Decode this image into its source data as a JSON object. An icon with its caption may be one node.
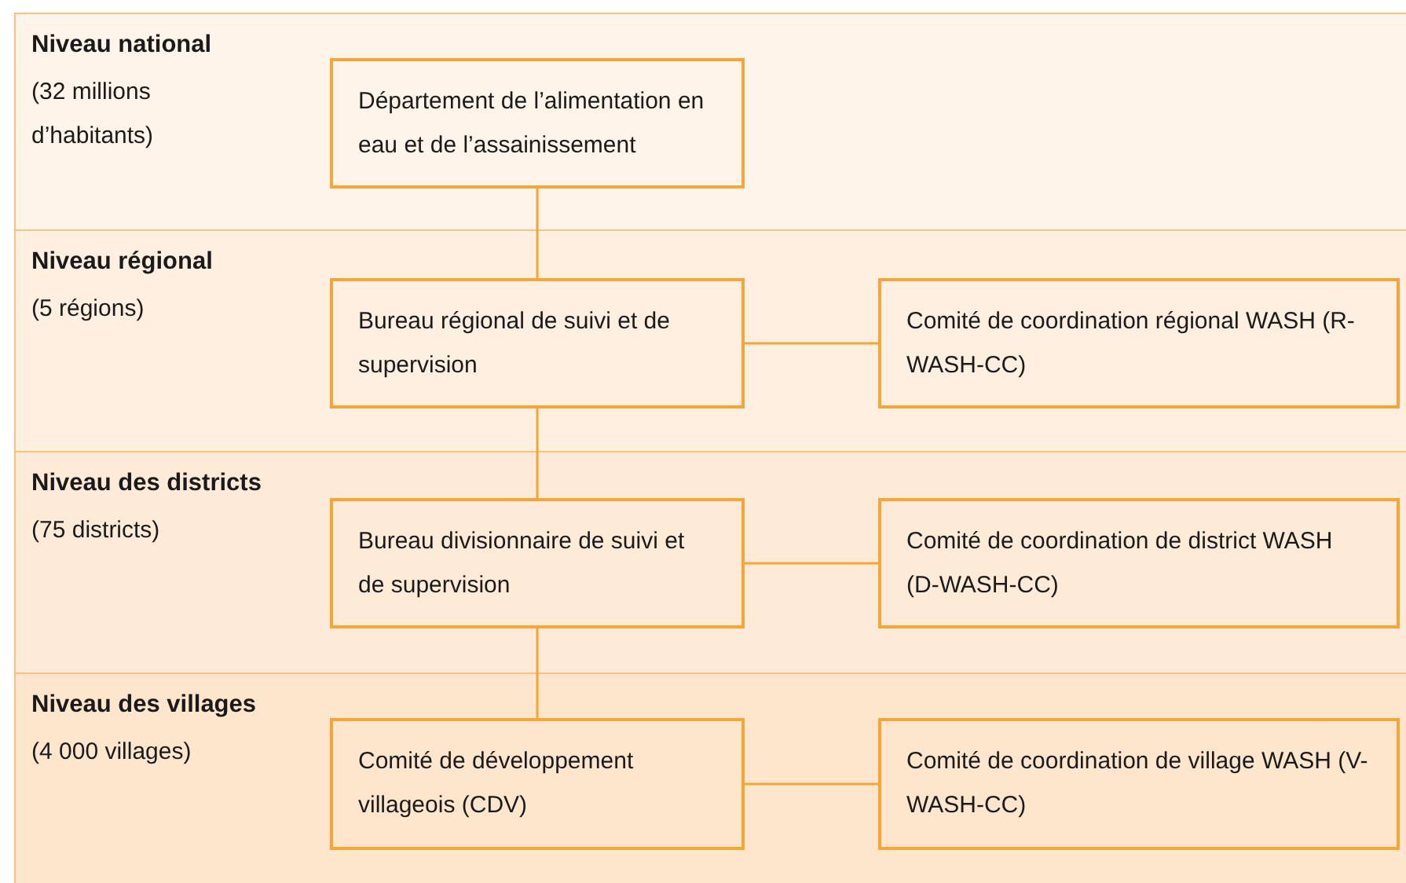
{
  "diagram": {
    "nodes": [
      {
        "text": [
          "Niveau national",
          "(32 millions d’habitants)"
        ]
      },
      {
        "text": [
          "Département de l’alimentation en eau et de l’assainissement"
        ],
        "in": 0
      },
      {
        "text": [
          "Niveau régional",
          "(5 régions)"
        ]
      },
      {
        "text": [
          "Bureau régional de suivi et de supervision"
        ],
        "in": 2
      },
      {
        "text": [
          "Comité de coordination régional WASH (R-WASH-CC)"
        ],
        "in": 2
      },
      {
        "text": [
          "Niveau des districts",
          "(75 districts)"
        ]
      },
      {
        "text": [
          "Bureau divisionnaire de suivi et de supervision"
        ],
        "in": 5
      },
      {
        "text": [
          "Comité de coordination de district WASH (D-WASH-CC)"
        ],
        "in": 5
      },
      {
        "text": [
          "Niveau des villages",
          "(4 000 villages)"
        ]
      },
      {
        "text": [
          "Comité de développement villageois (CDV)"
        ],
        "in": 8
      },
      {
        "text": [
          "Comité de coordination de village WASH (V-WASH-CC)"
        ],
        "in": 8
      }
    ],
    "edges": [
      {
        "from": 1,
        "to": 3,
        "arrow": "none"
      },
      {
        "from": 3,
        "to": 4,
        "arrow": "none"
      },
      {
        "from": 3,
        "to": 6,
        "arrow": "none"
      },
      {
        "from": 6,
        "to": 7,
        "arrow": "none"
      },
      {
        "from": 6,
        "to": 9,
        "arrow": "none"
      },
      {
        "from": 9,
        "to": 10,
        "arrow": "none"
      }
    ]
  }
}
